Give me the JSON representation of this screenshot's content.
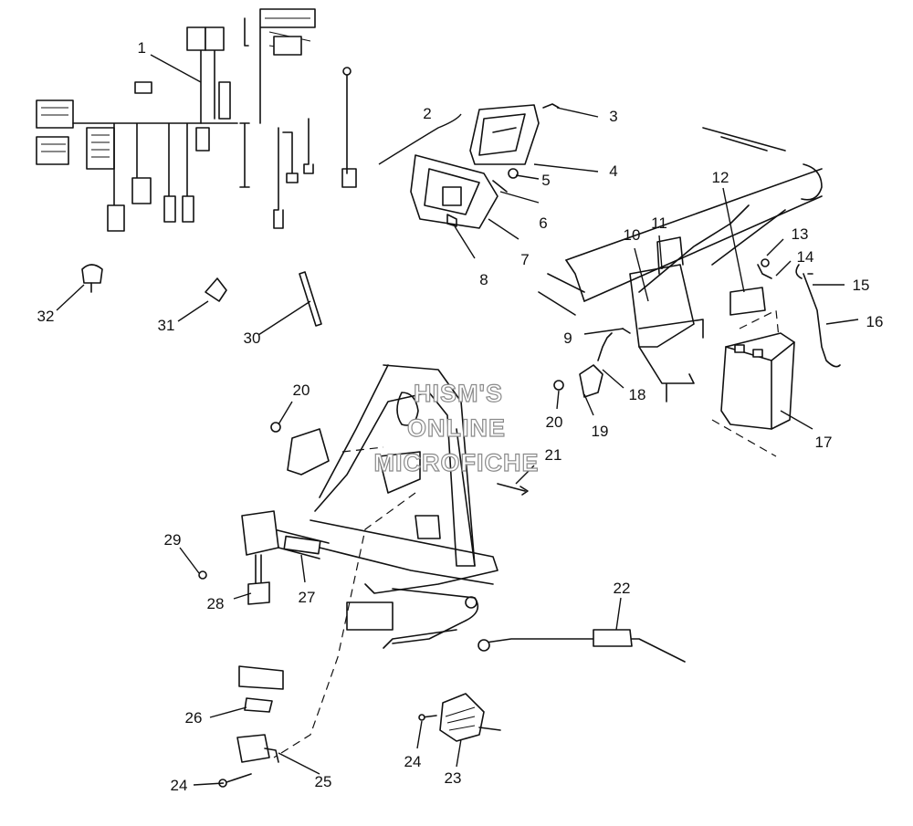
{
  "watermark": {
    "lines": [
      "HISM'S",
      "ONLINE",
      "MICROFICHE"
    ],
    "color": "#8a8a8a"
  },
  "callouts": [
    "1",
    "2",
    "3",
    "4",
    "5",
    "6",
    "7",
    "8",
    "9",
    "10",
    "11",
    "12",
    "13",
    "14",
    "15",
    "16",
    "17",
    "18",
    "19",
    "20",
    "20",
    "21",
    "22",
    "23",
    "24",
    "24",
    "25",
    "26",
    "27",
    "28",
    "29",
    "30",
    "31",
    "32"
  ]
}
